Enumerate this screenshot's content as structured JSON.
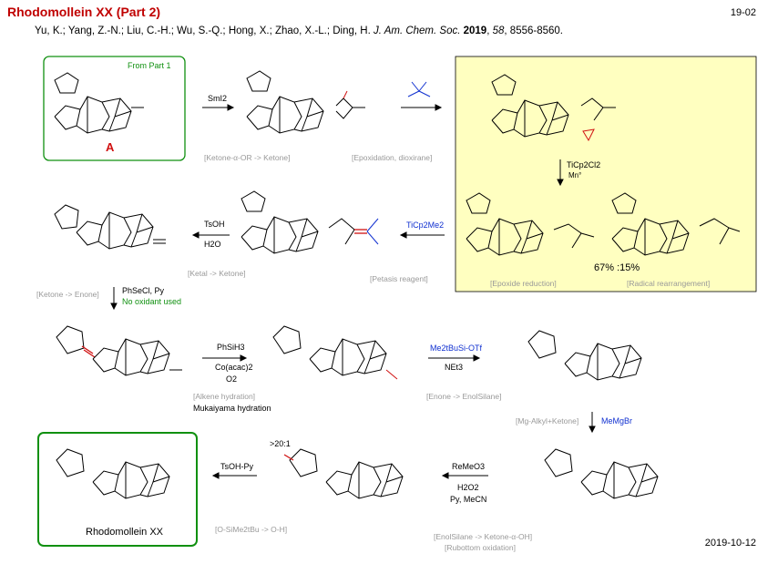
{
  "header": {
    "title": "Rhodomollein XX (Part 2)",
    "page_id": "19-02",
    "ref_authors": "Yu, K.; Yang, Z.-N.; Liu, C.-H.; Wu, S.-Q.; Hong, X.; Zhao, X.-L.; Ding, H.",
    "ref_journal": "J. Am. Chem. Soc.",
    "ref_year": "2019",
    "ref_volume": "58",
    "ref_pages": "8556-8560."
  },
  "footer": {
    "date": "2019-10-12"
  },
  "compounds": {
    "start_tag": "From Part 1",
    "start_label": "A",
    "final_name": "Rhodomollein XX"
  },
  "steps": {
    "s1": {
      "reagent": "SmI2",
      "label": "[Ketone-α-OR -> Ketone]"
    },
    "s2": {
      "label": "[Epoxidation, dioxirane]"
    },
    "s3": {
      "reagent": "TiCp2Cl2",
      "reagent2": "Mn°",
      "label_a": "[Epoxide reduction]",
      "label_b": "[Radical rearrangement]",
      "ratio": "67% :15%"
    },
    "s4": {
      "reagent": "TiCp2Me2",
      "label": "[Petasis reagent]"
    },
    "s5": {
      "reagent": "TsOH",
      "reagent2": "H2O",
      "label": "[Ketal -> Ketone]"
    },
    "s6": {
      "reagent": "PhSeCl, Py",
      "note": "No oxidant used",
      "label": "[Ketone -> Enone]"
    },
    "s7": {
      "reagent": "PhSiH3",
      "reagent2": "Co(acac)2",
      "reagent3": "O2",
      "label": "[Alkene hydration]",
      "name": "Mukaiyama hydration"
    },
    "s8": {
      "reagent": "Me2tBuSi-OTf",
      "reagent2": "NEt3",
      "label": "[Enone -> EnolSilane]"
    },
    "s9": {
      "reagent": "MeMgBr",
      "label": "[Mg-Alkyl+Ketone]"
    },
    "s10": {
      "reagent": "ReMeO3",
      "reagent2": "H2O2",
      "reagent3": "Py, MeCN",
      "label": "[EnolSilane -> Ketone-α-OH]",
      "label2": "[Rubottom oxidation]",
      "dr": ">20:1"
    },
    "s11": {
      "reagent": "TsOH-Py",
      "label": "[O-SiMe2tBu -> O-H]"
    }
  },
  "colors": {
    "title": "#c00000",
    "box_yellow": "#ffffc0",
    "box_green": "#109010",
    "reagent_blue": "#1030d0",
    "highlight_red": "#d01010",
    "label_grey": "#999999"
  }
}
